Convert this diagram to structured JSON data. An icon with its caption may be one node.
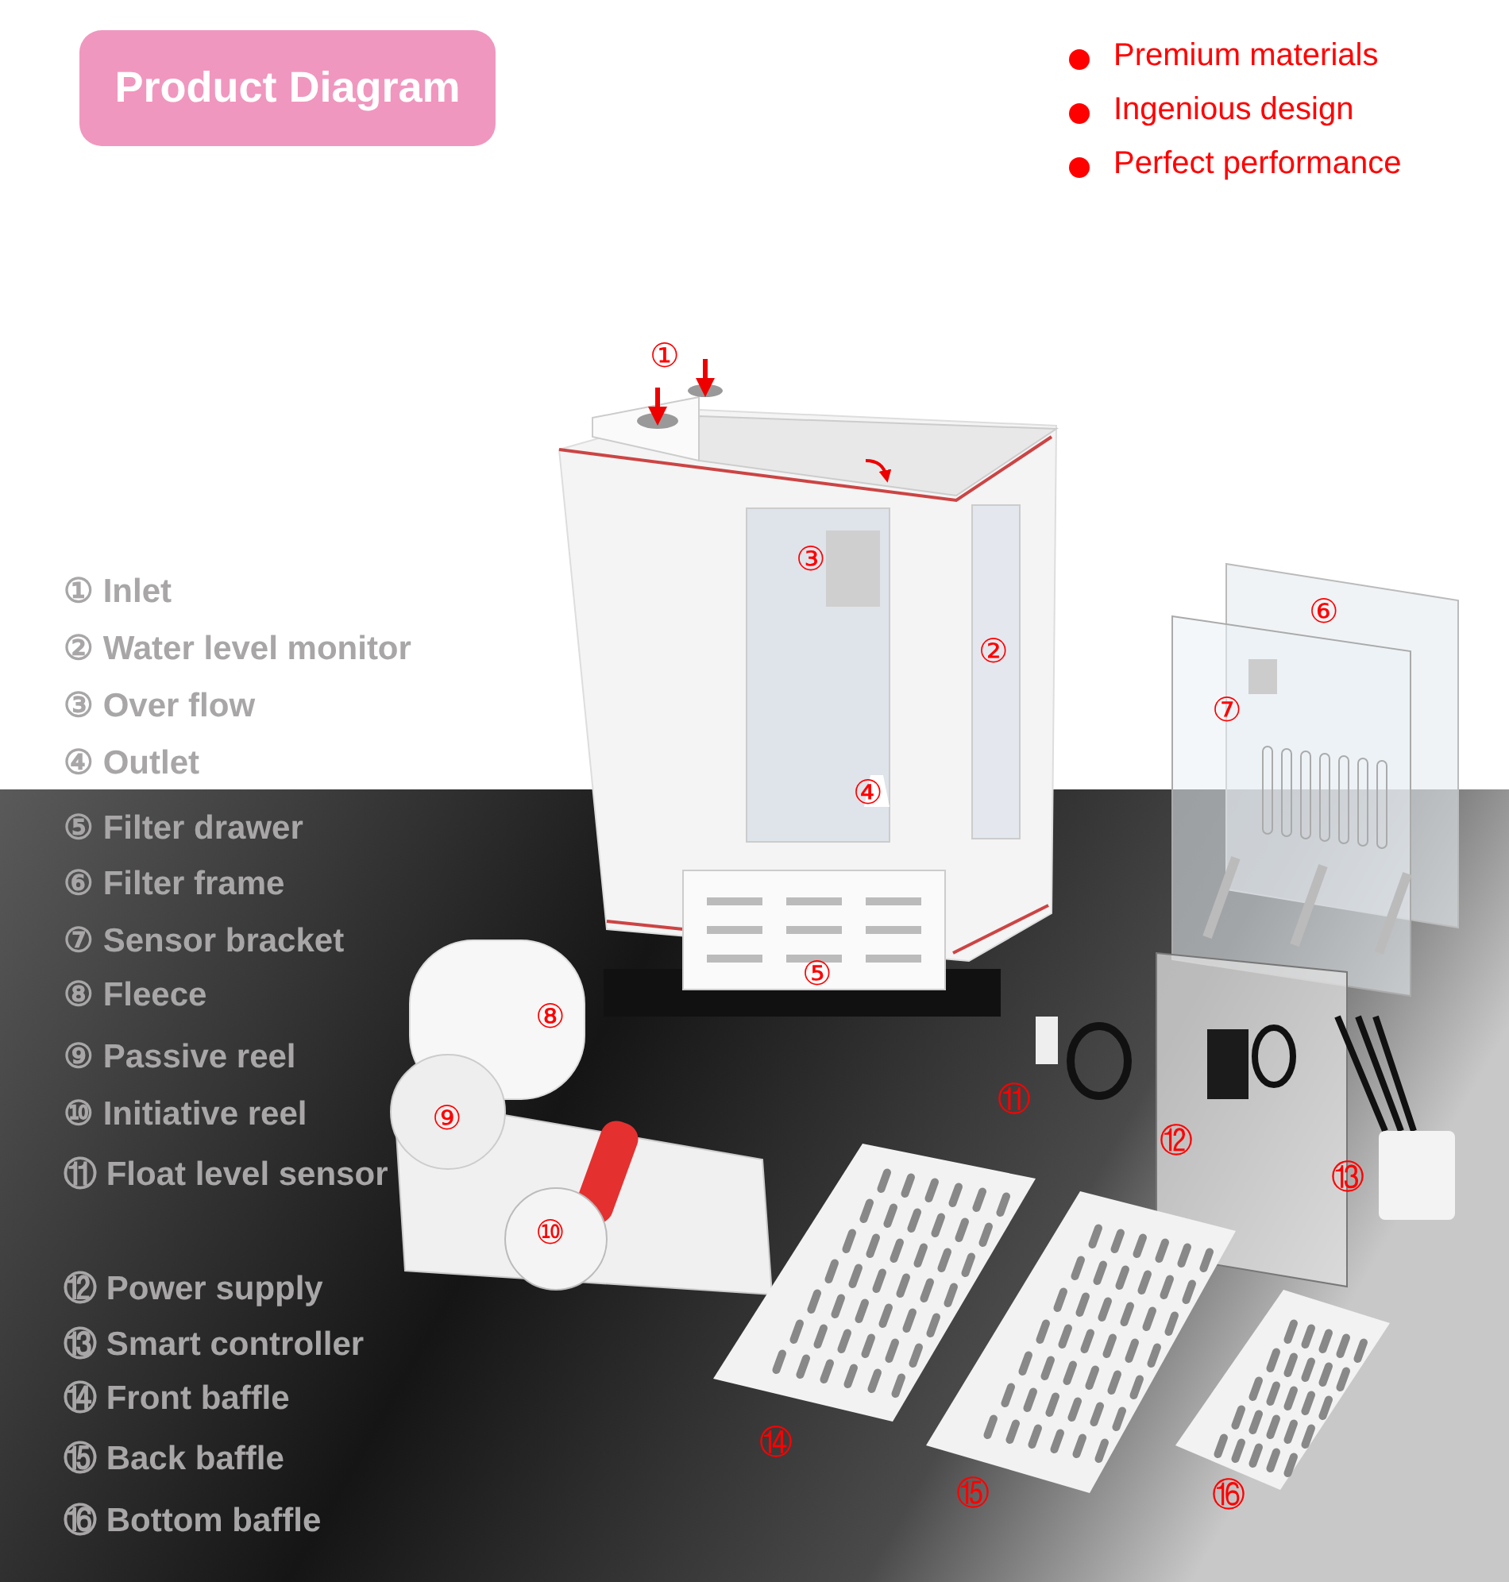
{
  "diagram": {
    "title": "Product Diagram",
    "labels": [
      "Premium materials",
      "Ingenious design",
      "Perfect performance",
      "① Inlet",
      "② Water level monitor",
      "③ Over flow",
      "④ Outlet",
      "⑤ Filter drawer",
      "⑥ Filter frame",
      "⑦ Sensor bracket",
      "⑧ Fleece",
      "⑨ Passive reel",
      "⑩ Initiative reel",
      "⑪ Float level sensor",
      "⑫ Power supply",
      "⑬ Smart controller",
      "⑭ Front baffle",
      "⑮ Back baffle",
      "⑯ Bottom baffle",
      "①",
      "②",
      "③",
      "④",
      "⑤",
      "⑥",
      "⑦",
      "⑧",
      "⑨",
      "⑩",
      "⑪",
      "⑫",
      "⑬",
      "⑭",
      "⑮",
      "⑯"
    ]
  }
}
